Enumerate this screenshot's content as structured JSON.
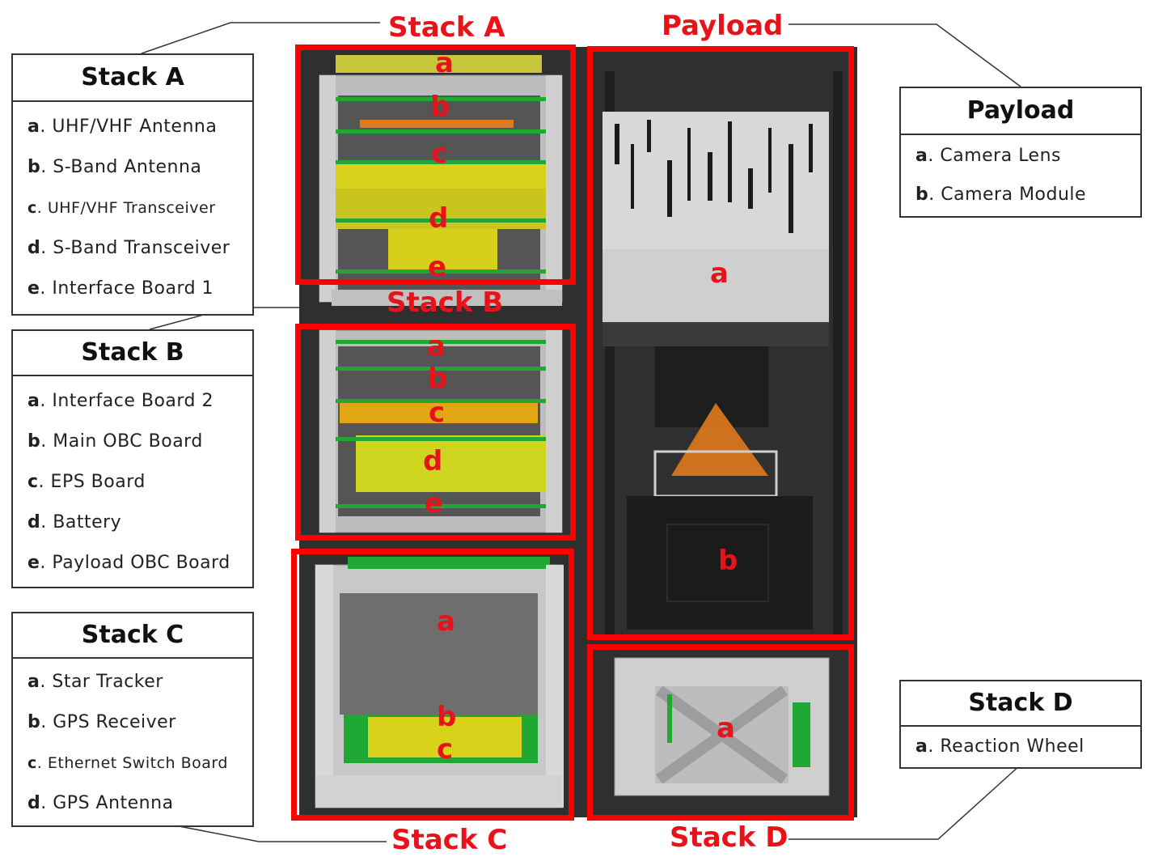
{
  "legends": [
    {
      "id": "stack-a",
      "title": "Stack A",
      "items": [
        {
          "letter": "a",
          "text": "UHF/VHF Antenna"
        },
        {
          "letter": "b",
          "text": "S-Band Antenna"
        },
        {
          "letter": "c",
          "text": "UHF/VHF Transceiver"
        },
        {
          "letter": "d",
          "text": "S-Band Transceiver"
        },
        {
          "letter": "e",
          "text": "Interface Board 1"
        }
      ]
    },
    {
      "id": "stack-b",
      "title": "Stack B",
      "items": [
        {
          "letter": "a",
          "text": "Interface Board 2"
        },
        {
          "letter": "b",
          "text": "Main OBC Board"
        },
        {
          "letter": "c",
          "text": "EPS Board"
        },
        {
          "letter": "d",
          "text": "Battery"
        },
        {
          "letter": "e",
          "text": "Payload OBC Board"
        }
      ]
    },
    {
      "id": "stack-c",
      "title": "Stack C",
      "items": [
        {
          "letter": "a",
          "text": "Star Tracker"
        },
        {
          "letter": "b",
          "text": "GPS Receiver"
        },
        {
          "letter": "c",
          "text": "Ethernet Switch Board"
        },
        {
          "letter": "d",
          "text": "GPS Antenna"
        }
      ]
    },
    {
      "id": "payload",
      "title": "Payload",
      "items": [
        {
          "letter": "a",
          "text": "Camera Lens"
        },
        {
          "letter": "b",
          "text": "Camera Module"
        }
      ]
    },
    {
      "id": "stack-d",
      "title": "Stack D",
      "items": [
        {
          "letter": "a",
          "text": "Reaction Wheel"
        }
      ]
    }
  ],
  "callouts": {
    "stack_a": "Stack A",
    "payload": "Payload",
    "stack_b": "Stack B",
    "stack_c": "Stack C",
    "stack_d": "Stack D"
  },
  "box_letters": {
    "stack_a": [
      "a",
      "b",
      "c",
      "d",
      "e"
    ],
    "stack_b": [
      "a",
      "b",
      "c",
      "d",
      "e"
    ],
    "stack_c": [
      "a",
      "b",
      "c"
    ],
    "payload": [
      "a",
      "b"
    ],
    "stack_d": [
      "a"
    ]
  },
  "colors": {
    "callout_red": "#e8131a",
    "pcb_green": "#1fa834",
    "battery_yellow": "#d8d21a",
    "eps_orange": "#e2a513",
    "frame_grey": "#c8c8c8"
  }
}
